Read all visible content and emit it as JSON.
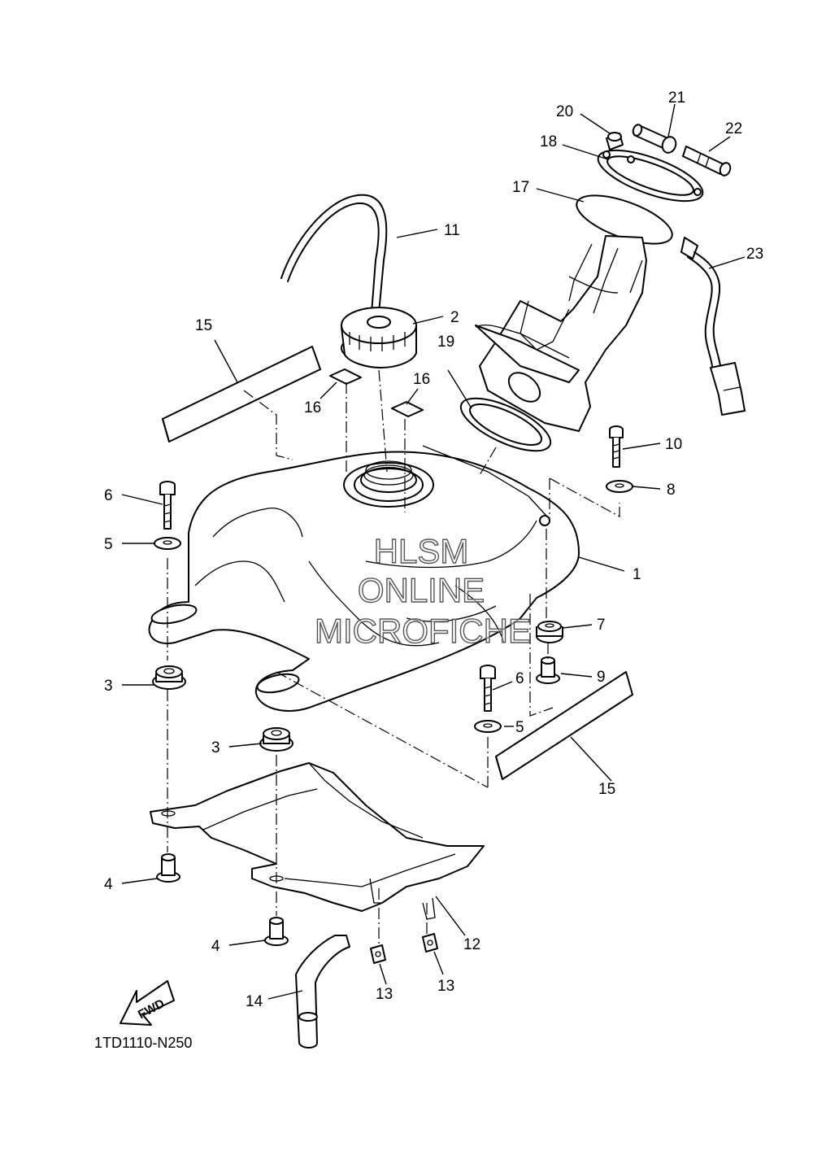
{
  "diagram_code": "1TD1110-N250",
  "watermark": {
    "line1": "HLSM",
    "line2": "ONLINE",
    "line3": "MICROFICHE"
  },
  "fwd_label": "FWD",
  "callouts": {
    "c1": "1",
    "c2": "2",
    "c3a": "3",
    "c3b": "3",
    "c4a": "4",
    "c4b": "4",
    "c5a": "5",
    "c5b": "5",
    "c6a": "6",
    "c6b": "6",
    "c7": "7",
    "c8": "8",
    "c9": "9",
    "c10": "10",
    "c11": "11",
    "c12": "12",
    "c13a": "13",
    "c13b": "13",
    "c14": "14",
    "c15a": "15",
    "c15b": "15",
    "c16a": "16",
    "c16b": "16",
    "c17": "17",
    "c18": "18",
    "c19": "19",
    "c20": "20",
    "c21": "21",
    "c22": "22",
    "c23": "23"
  }
}
